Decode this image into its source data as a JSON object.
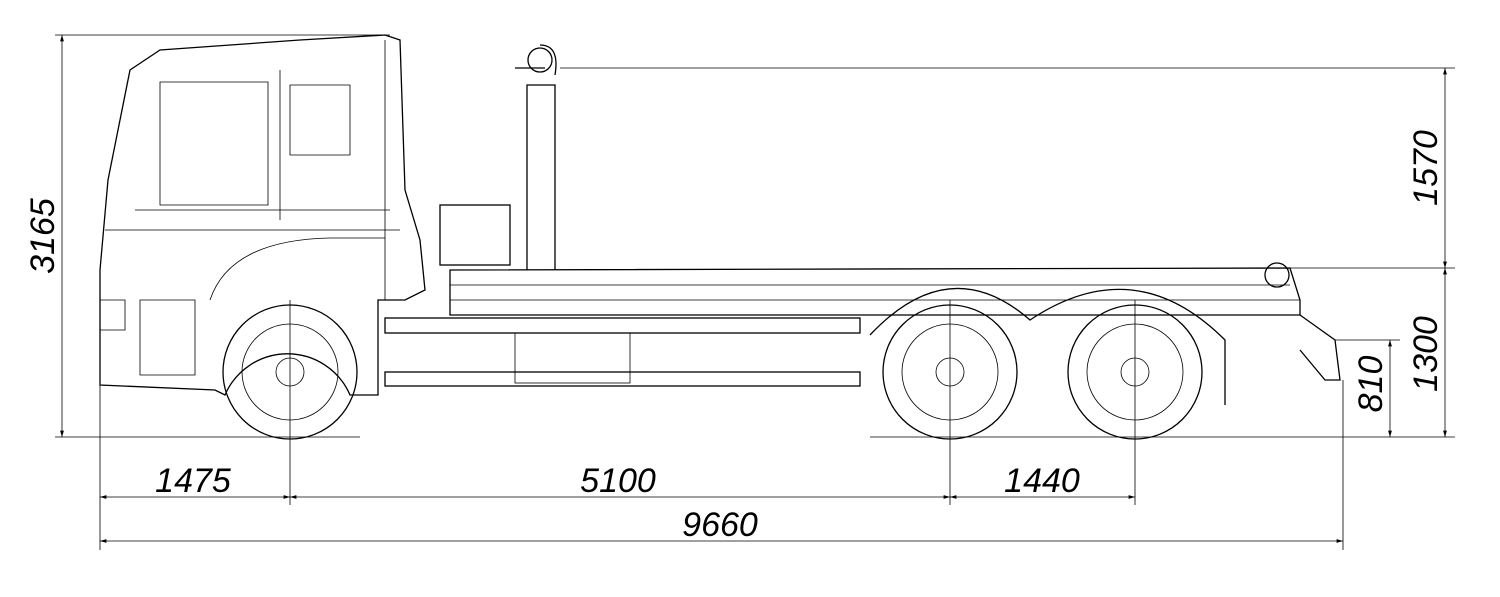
{
  "drawing": {
    "title": "Hooklift truck side view dimensions",
    "dimensions_mm": {
      "overall_height": "3165",
      "hook_height_above_frame": "1570",
      "frame_height": "1300",
      "rear_hitch_height": "810",
      "front_overhang": "1475",
      "wheelbase_front_to_mid": "5100",
      "rear_axle_spacing": "1440",
      "overall_length": "9660"
    }
  }
}
